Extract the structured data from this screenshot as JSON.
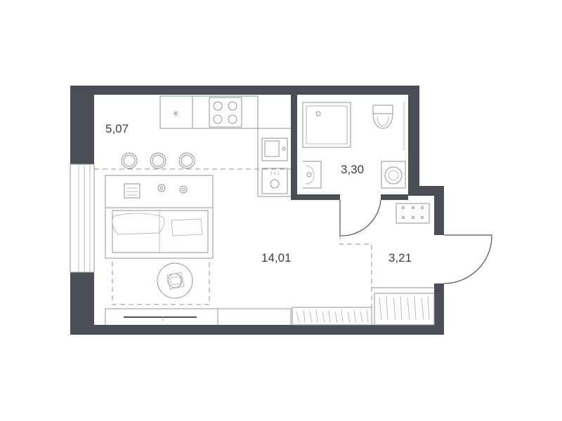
{
  "rooms": [
    {
      "id": "kitchen",
      "area": "5,07"
    },
    {
      "id": "living-room",
      "area": "14,01"
    },
    {
      "id": "bathroom",
      "area": "3,30"
    },
    {
      "id": "hallway",
      "area": "3,21"
    }
  ],
  "colors": {
    "wall": "#4a4f57",
    "furniture_stroke": "#8f939a",
    "label": "#3a3f47",
    "background": "#ffffff"
  }
}
